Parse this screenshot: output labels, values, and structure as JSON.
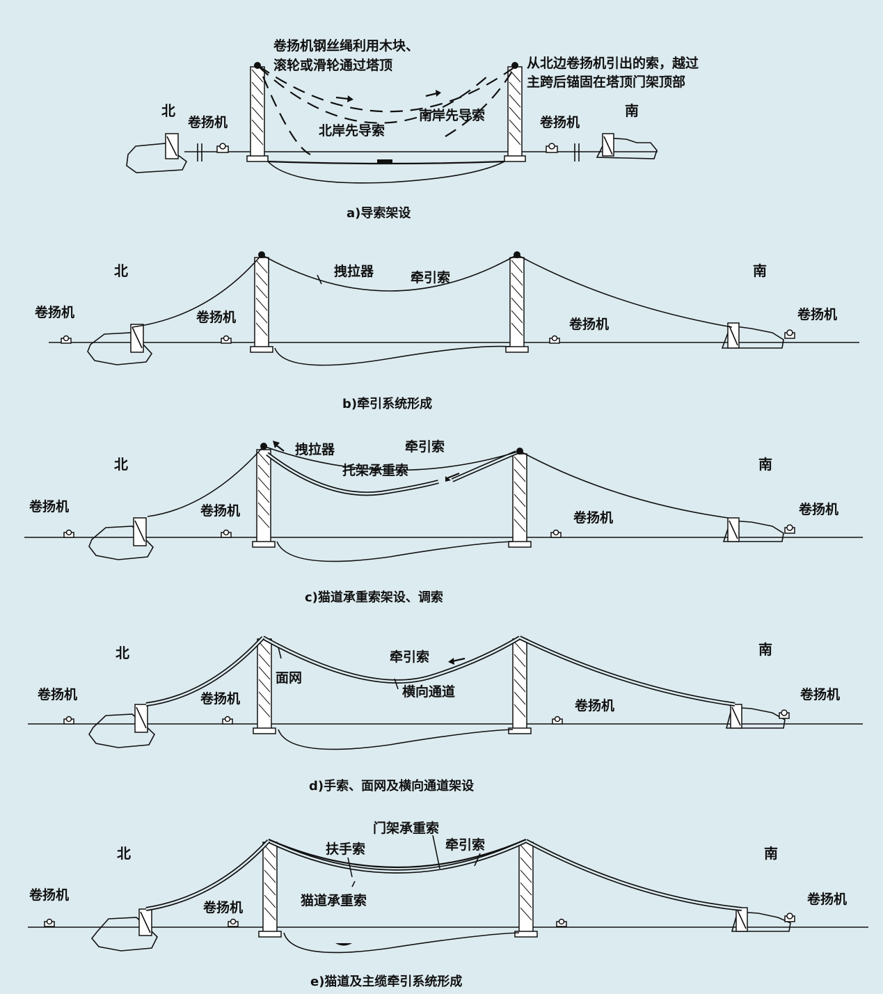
{
  "panels": [
    {
      "id": "a",
      "caption": "a)导索架设",
      "north": "北",
      "south": "南",
      "winch_north": "卷扬机",
      "winch_south": "卷扬机",
      "note_left": [
        "卷扬机钢丝绳利用木块、",
        "滚轮或滑轮通过塔顶"
      ],
      "note_right": [
        "从北边卷扬机引出的索，越过",
        "主跨后锚固在塔顶门架顶部"
      ],
      "north_pilot": "北岸先导索",
      "south_pilot": "南岸先导索"
    },
    {
      "id": "b",
      "caption": "b)牵引系统形成",
      "north": "北",
      "south": "南",
      "winch_far_north": "卷扬机",
      "winch_north": "卷扬机",
      "winch_south": "卷扬机",
      "winch_far_south": "卷扬机",
      "puller": "拽拉器",
      "haul_rope": "牵引索"
    },
    {
      "id": "c",
      "caption": "c)猫道承重索架设、调索",
      "north": "北",
      "south": "南",
      "winch_far_north": "卷扬机",
      "winch_north": "卷扬机",
      "winch_south": "卷扬机",
      "winch_far_south": "卷扬机",
      "puller": "拽拉器",
      "haul_rope": "牵引索",
      "bracket_cable": "托架承重索"
    },
    {
      "id": "d",
      "caption": "d)手索、面网及横向通道架设",
      "north": "北",
      "south": "南",
      "winch_far_north": "卷扬机",
      "winch_north": "卷扬机",
      "winch_south": "卷扬机",
      "winch_far_south": "卷扬机",
      "haul_rope": "牵引索",
      "face_net": "面网",
      "cross_walkway": "横向通道"
    },
    {
      "id": "e",
      "caption": "e)猫道及主缆牵引系统形成",
      "north": "北",
      "south": "南",
      "winch_far_north": "卷扬机",
      "winch_north": "卷扬机",
      "winch_far_south": "卷扬机",
      "gantry_cable": "门架承重索",
      "handrail_rope": "扶手索",
      "haul_rope": "牵引索",
      "catwalk_cable": "猫道承重索"
    }
  ],
  "colors": {
    "background": "#dcebf0",
    "ink": "#111111"
  }
}
